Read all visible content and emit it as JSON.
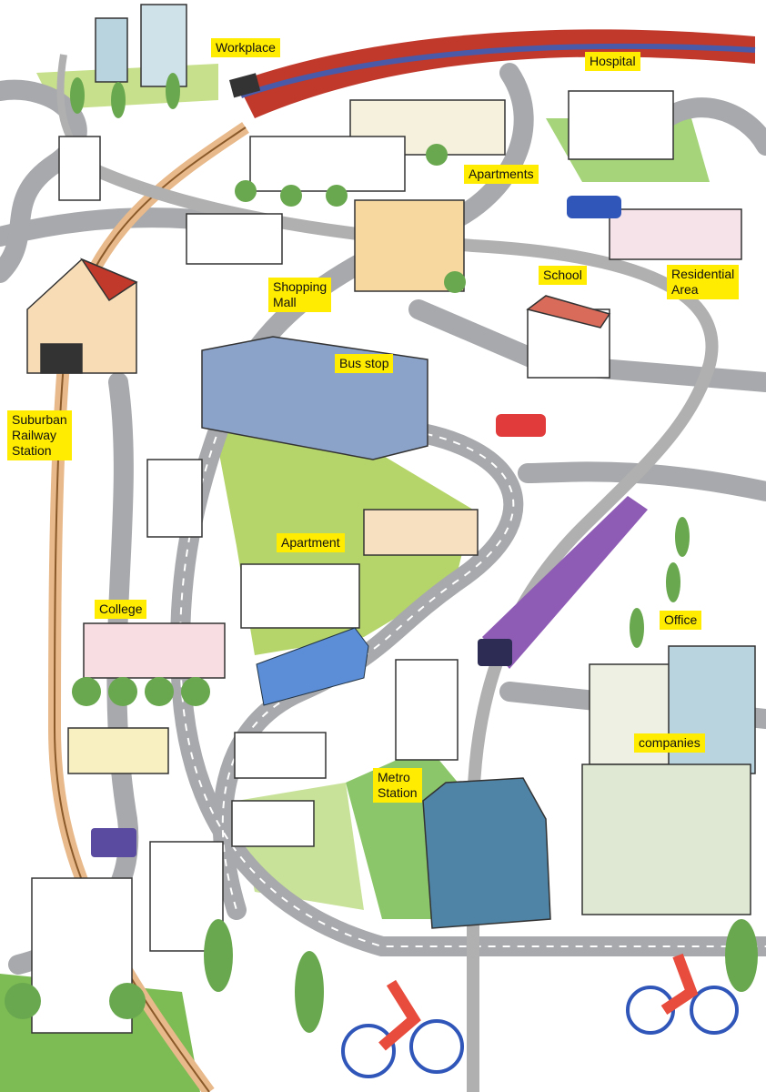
{
  "labels": {
    "workplace": "Workplace",
    "hospital": "Hospital",
    "apartments": "Apartments",
    "residential_area": "Residential\nArea",
    "school": "School",
    "shopping_mall": "Shopping\nMall",
    "bus_stop": "Bus stop",
    "suburban_railway_station": "Suburban\nRailway\nStation",
    "apartment": "Apartment",
    "college": "College",
    "office": "Office",
    "companies": "companies",
    "metro_station": "Metro\nStation"
  },
  "colors": {
    "label_bg": "#ffec00",
    "road": "#a7a9ac",
    "grass": "#b5d56a",
    "train": "#c0392b",
    "metro": "#8e5bb5",
    "rail": "#e8b98a"
  }
}
